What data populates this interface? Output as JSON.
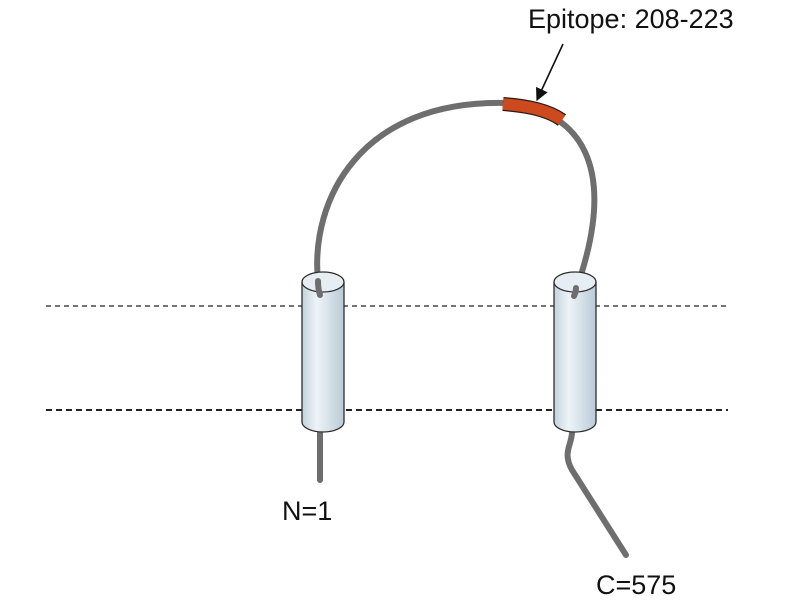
{
  "labels": {
    "epitope": "Epitope: 208-223",
    "n_terminus": "N=1",
    "c_terminus": "C=575"
  },
  "colors": {
    "chain": "#6e6e6e",
    "epitope": "#cc4a1e",
    "helix_fill": "#cfdde6",
    "helix_outline": "#2e2e2e",
    "membrane_line": "#222222",
    "text": "#111111"
  }
}
